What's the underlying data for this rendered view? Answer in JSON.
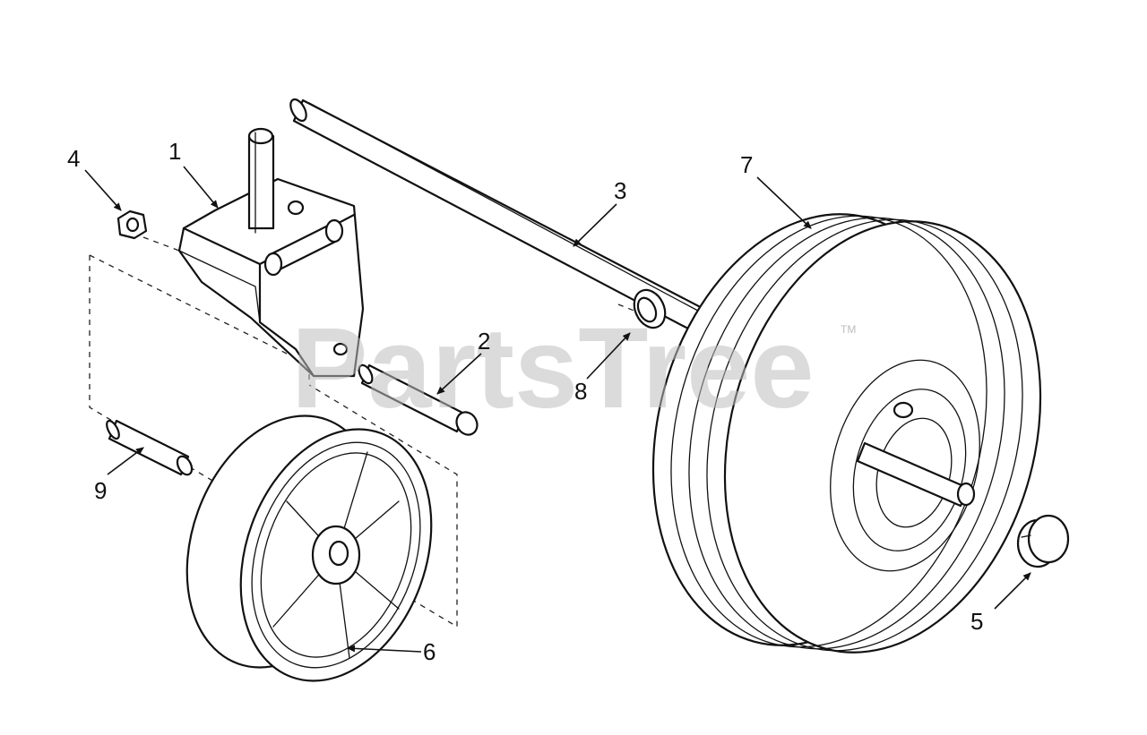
{
  "watermark": {
    "text": "PartsTree",
    "trademark": "TM"
  },
  "callouts": [
    {
      "id": "1",
      "label": "1"
    },
    {
      "id": "2",
      "label": "2"
    },
    {
      "id": "3",
      "label": "3"
    },
    {
      "id": "4",
      "label": "4"
    },
    {
      "id": "5",
      "label": "5"
    },
    {
      "id": "6",
      "label": "6"
    },
    {
      "id": "7",
      "label": "7"
    },
    {
      "id": "8",
      "label": "8"
    },
    {
      "id": "9",
      "label": "9"
    }
  ]
}
